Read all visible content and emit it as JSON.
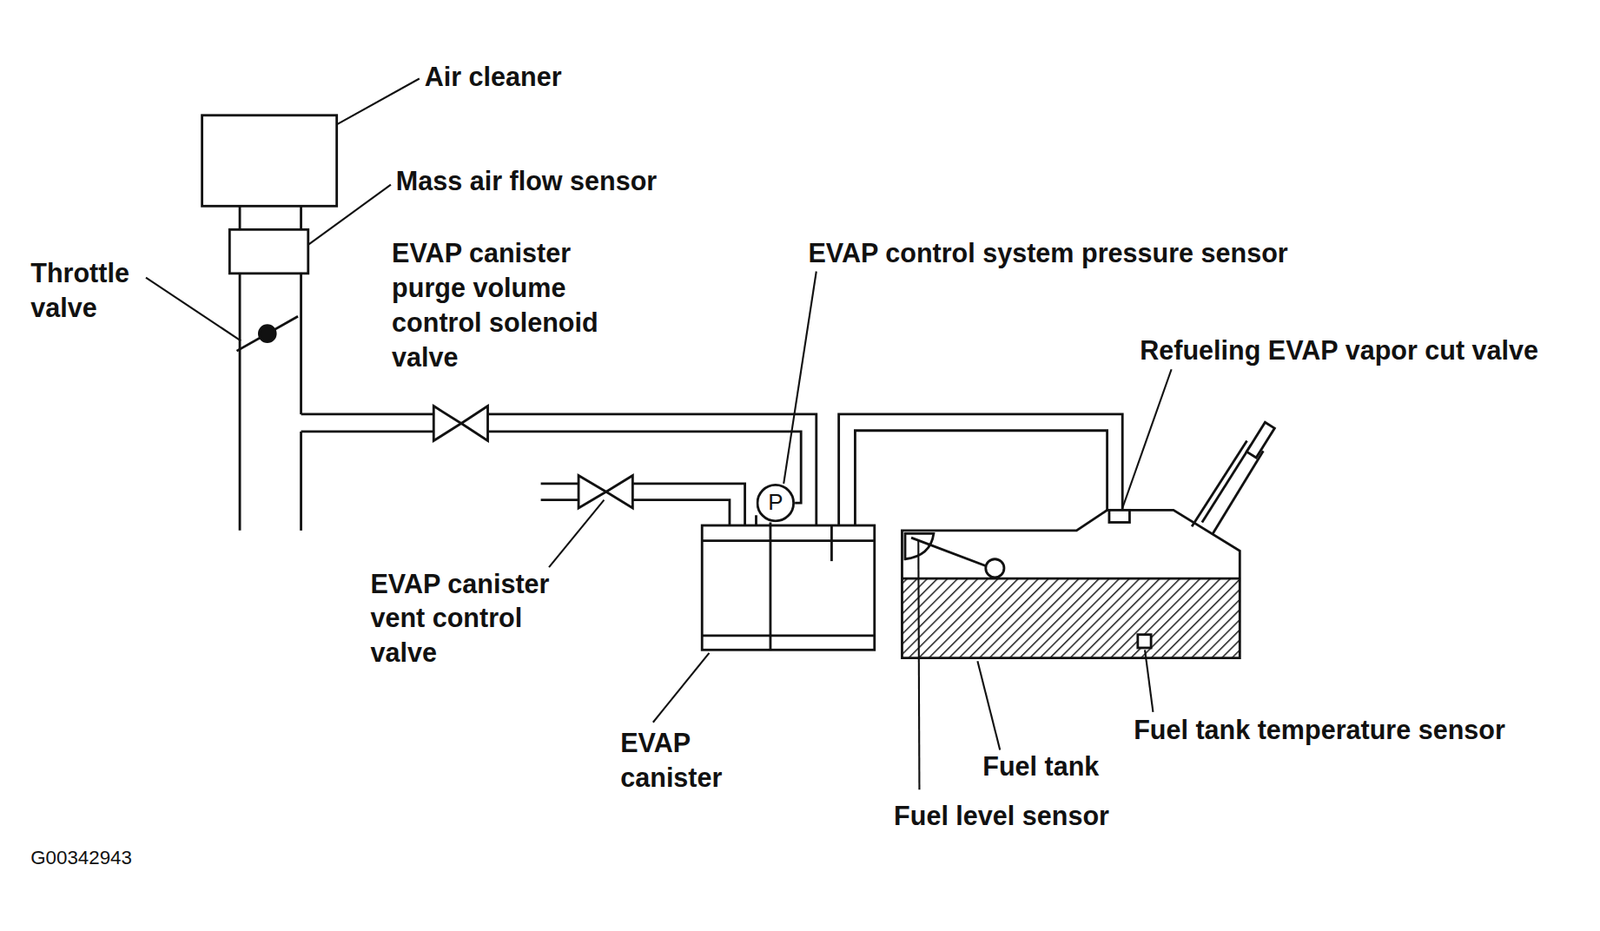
{
  "diagram": {
    "nodes": [
      {
        "text": [
          "P"
        ]
      }
    ],
    "labels": [
      "Air cleaner",
      "Mass air flow sensor",
      "Throttle valve",
      "EVAP canister purge volume control solenoid valve",
      "EVAP control system pressure sensor",
      "Refueling EVAP vapor cut valve",
      "EVAP canister vent control valve",
      "EVAP canister",
      "Fuel tank temperature sensor",
      "Fuel tank",
      "Fuel level sensor",
      "G00342943"
    ]
  }
}
